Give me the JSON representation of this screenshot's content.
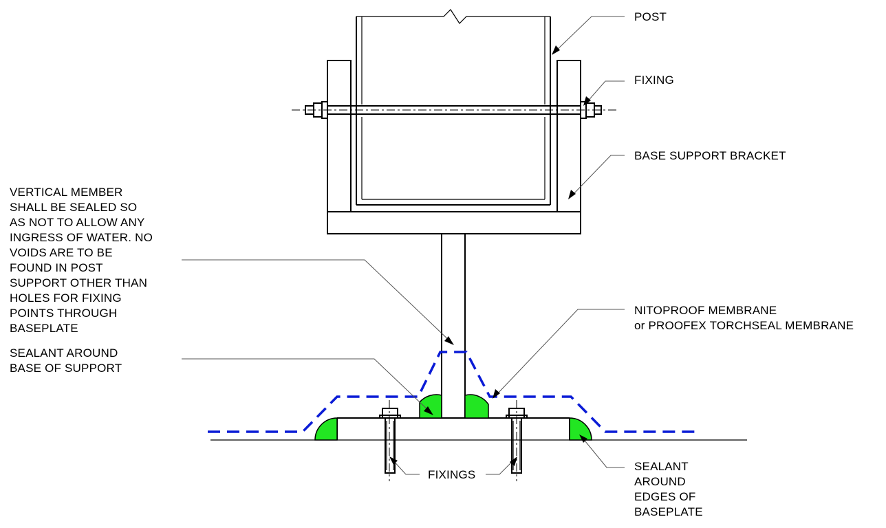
{
  "labels": {
    "post": "POST",
    "fixing": "FIXING",
    "base_support_bracket": "BASE SUPPORT BRACKET",
    "vertical_member_note": [
      "VERTICAL MEMBER",
      "SHALL BE SEALED SO",
      "AS NOT TO ALLOW ANY",
      "INGRESS OF WATER. NO",
      "VOIDS ARE TO BE",
      "FOUND IN POST",
      "SUPPORT OTHER THAN",
      "HOLES FOR FIXING",
      "POINTS THROUGH",
      "BASEPLATE"
    ],
    "sealant_base": [
      "SEALANT AROUND",
      "BASE OF SUPPORT"
    ],
    "membrane": [
      "NITOPROOF MEMBRANE",
      "or PROOFEX TORCHSEAL MEMBRANE"
    ],
    "fixings": "FIXINGS",
    "sealant_edges": [
      "SEALANT",
      "AROUND",
      "EDGES OF",
      "BASEPLATE"
    ]
  },
  "colors": {
    "membrane": "#0a1bd6",
    "sealant": "#22e622",
    "line": "#000000"
  }
}
